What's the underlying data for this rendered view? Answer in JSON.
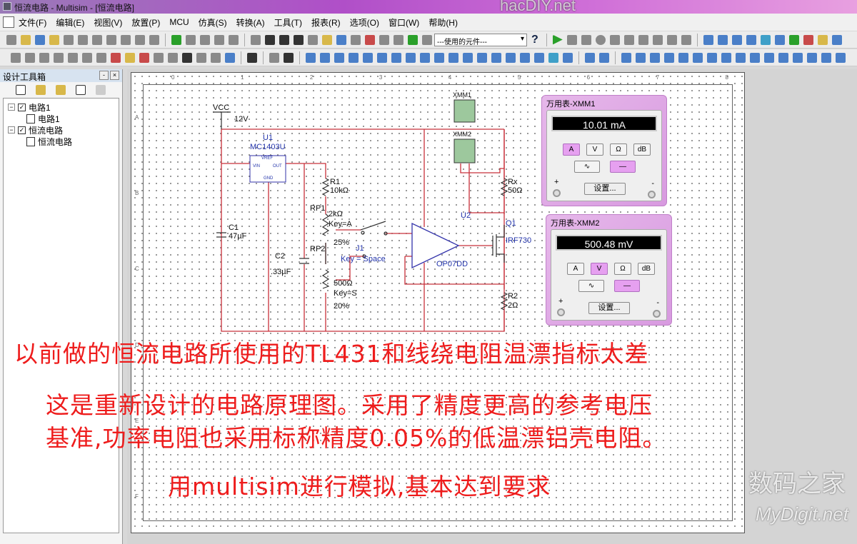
{
  "window": {
    "title": "恒流电路 - Multisim - [恒流电路]"
  },
  "menu": [
    "文件(F)",
    "编辑(E)",
    "视图(V)",
    "放置(P)",
    "MCU",
    "仿真(S)",
    "转换(A)",
    "工具(T)",
    "报表(R)",
    "选项(O)",
    "窗口(W)",
    "帮助(H)"
  ],
  "toolbar": {
    "components_combo": "---使用的元件---",
    "help": "?"
  },
  "design_toolbox": {
    "title": "设计工具箱",
    "min": "-",
    "close": "×",
    "tree": [
      {
        "label": "电路1",
        "child": "电路1"
      },
      {
        "label": "恒流电路",
        "child": "恒流电路"
      }
    ]
  },
  "ruler": {
    "cols": [
      "0",
      "1",
      "2",
      "3",
      "4",
      "5",
      "6",
      "7",
      "8"
    ],
    "rows": [
      "A",
      "B",
      "C",
      "D",
      "E",
      "F"
    ]
  },
  "schematic": {
    "vcc": "VCC",
    "vcc_val": "12V",
    "u1_ref": "U1",
    "u1_part": "MC1403U",
    "u1_vref": "VREF",
    "u1_vin": "VIN",
    "u1_out": "OUT",
    "u1_gnd": "GND",
    "c1_ref": "C1",
    "c1_val": "47µF",
    "c2_ref": "C2",
    "c2_val": ".33µF",
    "r1_ref": "R1",
    "r1_val": "10kΩ",
    "rp1_ref": "RP1",
    "rp1_val": "2kΩ",
    "rp1_key": "Key=A",
    "rp1_pct": "25%",
    "rp2_ref": "RP2",
    "rp2_val": "500Ω",
    "rp2_key": "Key=S",
    "rp2_pct": "20%",
    "j1_ref": "J1",
    "j1_key": "Key = Space",
    "u2_ref": "U2",
    "u2_part": "OP07DD",
    "q1_ref": "Q1",
    "q1_part": "IRF730",
    "rx_ref": "Rx",
    "rx_val": "50Ω",
    "r2_ref": "R2",
    "r2_val": "2Ω",
    "xmm1": "XMM1",
    "xmm2": "XMM2"
  },
  "meters": [
    {
      "title": "万用表-XMM1",
      "reading": "10.01 mA",
      "buttons": [
        "A",
        "V",
        "Ω",
        "dB"
      ],
      "active": "A",
      "settings": "设置...",
      "plus": "+",
      "minus": "-"
    },
    {
      "title": "万用表-XMM2",
      "reading": "500.48 mV",
      "buttons": [
        "A",
        "V",
        "Ω",
        "dB"
      ],
      "active": "V",
      "settings": "设置...",
      "plus": "+",
      "minus": "-"
    }
  ],
  "annotations": [
    "以前做的恒流电路所使用的TL431和线绕电阻温漂指标太差",
    "这是重新设计的电路原理图。采用了精度更高的参考电压",
    "基准,功率电阻也采用标称精度0.05%的低温漂铝壳电阻。",
    "用multisim进行模拟,基本达到要求"
  ],
  "watermarks": {
    "top": "hacDIY.net",
    "brand_cn": "数码之家",
    "brand_en": "MyDigit.net"
  }
}
